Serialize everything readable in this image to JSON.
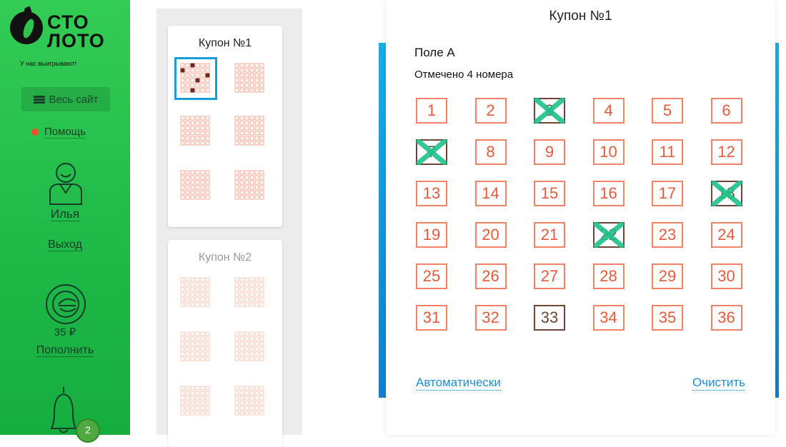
{
  "sidebar": {
    "logo_line1": "СТО",
    "logo_line2": "ЛОТО",
    "tagline": "У нас выигрывают!",
    "whole_site": "Весь сайт",
    "help": "Помощь",
    "user_name": "Илья",
    "logout": "Выход",
    "balance": "35 ₽",
    "topup": "Пополнить",
    "notifications_count": "2"
  },
  "coupons": [
    {
      "title": "Купон №1",
      "active": true
    },
    {
      "title": "Купон №2",
      "active": false
    }
  ],
  "panel": {
    "title": "Купон №1",
    "field_name": "Поле А",
    "marked_text": "Отмечено 4 номера",
    "numbers": [
      "1",
      "2",
      "3",
      "4",
      "5",
      "6",
      "7",
      "8",
      "9",
      "10",
      "11",
      "12",
      "13",
      "14",
      "15",
      "16",
      "17",
      "18",
      "19",
      "20",
      "21",
      "22",
      "23",
      "24",
      "25",
      "26",
      "27",
      "28",
      "29",
      "30",
      "31",
      "32",
      "33",
      "34",
      "35",
      "36"
    ],
    "crossed": [
      3,
      7,
      18,
      22
    ],
    "selected_plain": [
      33
    ],
    "auto_label": "Автоматически",
    "clear_label": "Очистить"
  },
  "colors": {
    "sidebar_green": "#22c04b",
    "number_border": "#ef8566",
    "number_text": "#e8593c",
    "cross_green": "#1ec28a",
    "link_blue": "#1e8ed0",
    "selection_blue": "#1d9bd7"
  }
}
